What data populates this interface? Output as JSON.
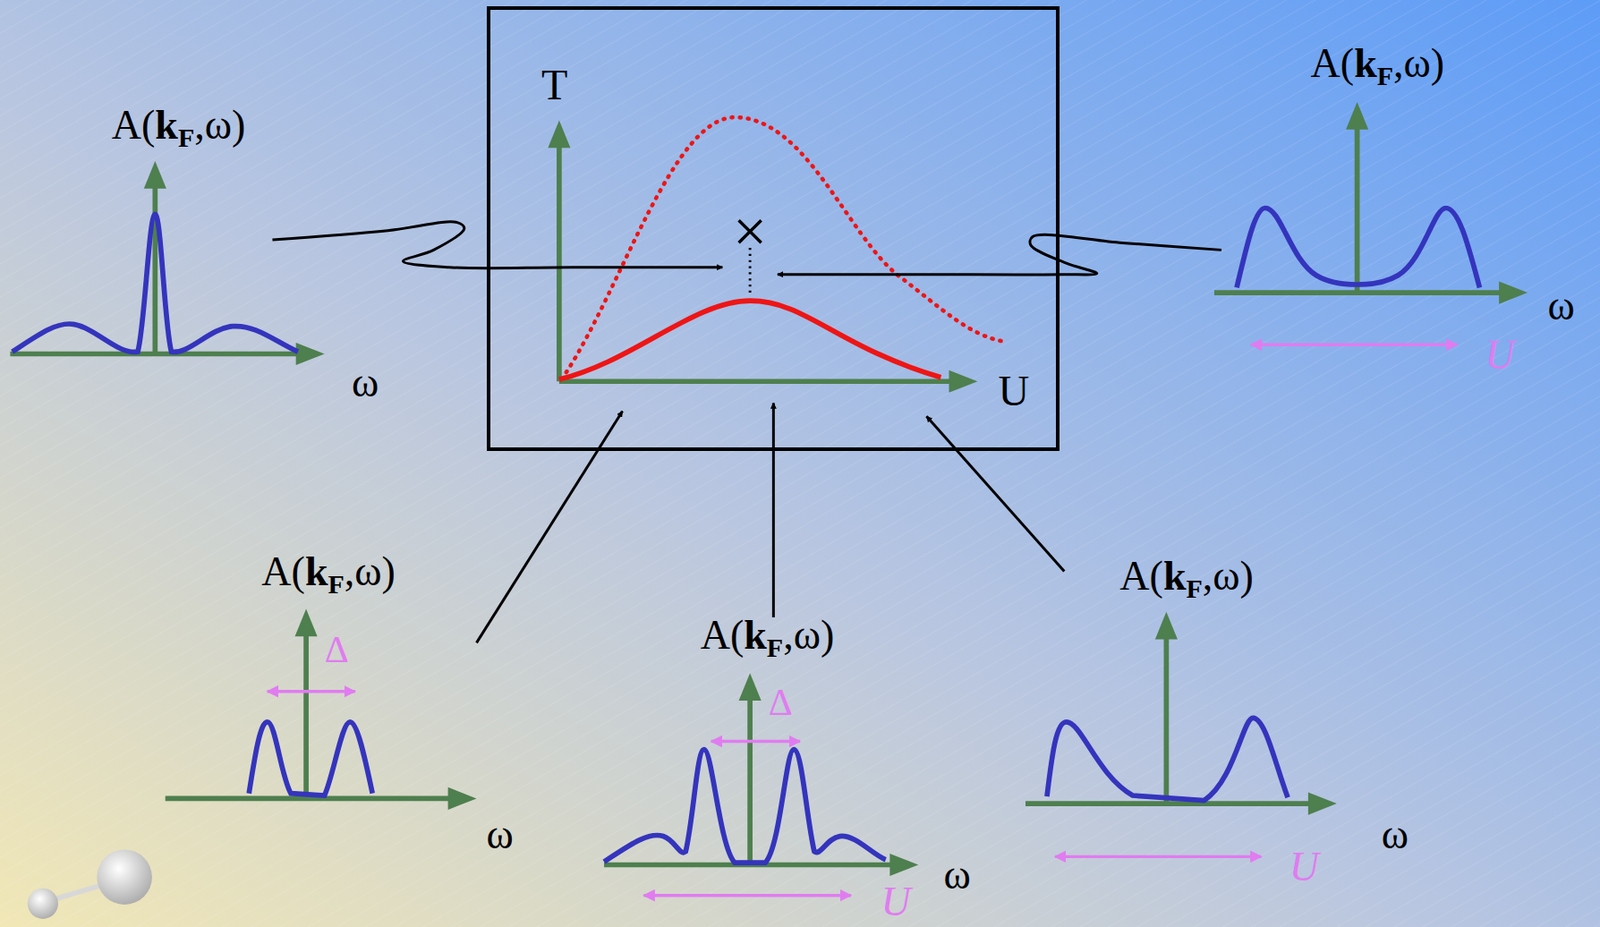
{
  "diagram": {
    "nodes": [
      {
        "text": [
          "A(kF,ω)",
          "ω"
        ]
      },
      {
        "text": [
          "T",
          "U"
        ]
      },
      {
        "text": [
          "A(kF,ω)",
          "ω",
          "U"
        ]
      },
      {
        "text": [
          "A(kF,ω)",
          "Δ",
          "ω"
        ]
      },
      {
        "text": [
          "A(kF,ω)",
          "Δ",
          "U",
          "ω"
        ]
      },
      {
        "text": [
          "A(kF,ω)",
          "U",
          "ω"
        ]
      }
    ],
    "edges": [
      {
        "from": 0,
        "to": 1,
        "arrow": "to"
      },
      {
        "from": 2,
        "to": 1,
        "arrow": "to"
      },
      {
        "from": 3,
        "to": 1,
        "arrow": "to"
      },
      {
        "from": 4,
        "to": 1,
        "arrow": "to"
      },
      {
        "from": 5,
        "to": 1,
        "arrow": "to"
      }
    ]
  }
}
